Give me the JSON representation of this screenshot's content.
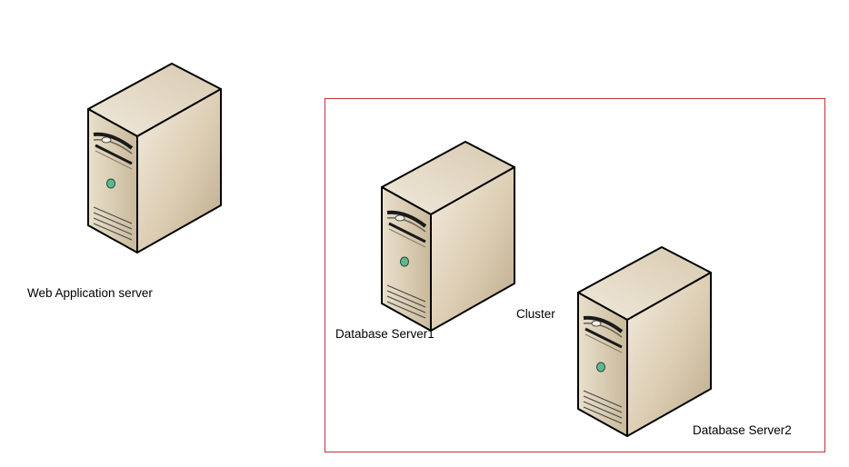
{
  "nodes": {
    "web_server": {
      "label": "Web Application server",
      "icon": "server-tower-icon"
    },
    "db_server1": {
      "label": "Database Server1",
      "icon": "server-tower-icon"
    },
    "db_server2": {
      "label": "Database Server2",
      "icon": "server-tower-icon"
    }
  },
  "cluster": {
    "label": "Cluster"
  },
  "colors": {
    "cluster_border": "#c2313a",
    "server_front": "#dcd0b8",
    "server_side": "#e3d8c1",
    "server_top": "#ece4d4",
    "led": "#5fb98f",
    "outline": "#000000"
  }
}
